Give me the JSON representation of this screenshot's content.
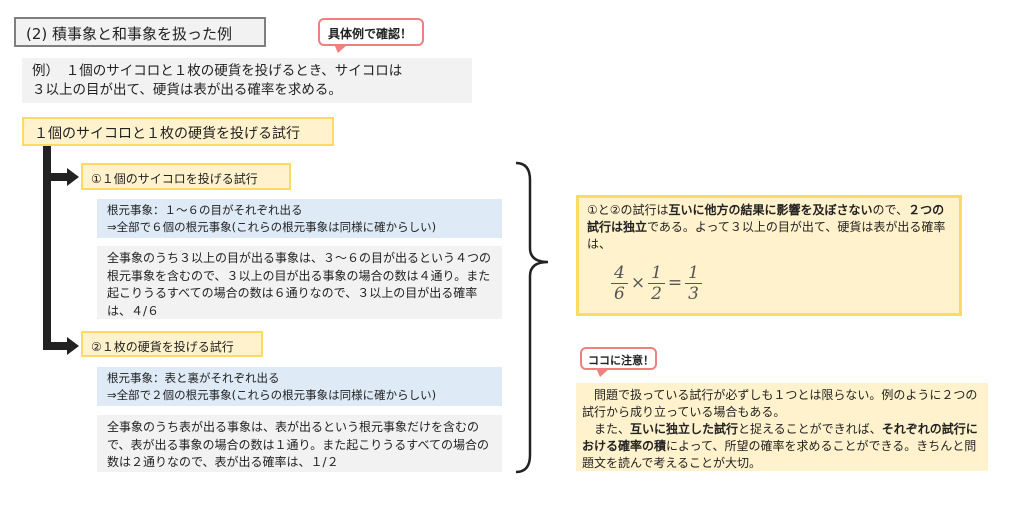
{
  "title": "(2) 積事象と和事象を扱った例",
  "callout_example": "具体例で確認！",
  "example": {
    "line1": "例）　１個のサイコロと１枚の硬貨を投げるとき、サイコロは",
    "line2": "３以上の目が出て、硬貨は表が出る確率を求める。"
  },
  "trial_header": "１個のサイコロと１枚の硬貨を投げる試行",
  "sub1": {
    "title": "①１個のサイコロを投げる試行",
    "root1": "根元事象：１～６の目がそれぞれ出る",
    "root2": "⇒全部で６個の根元事象(これらの根元事象は同様に確からしい)",
    "explanation": "全事象のうち３以上の目が出る事象は、３～６の目が出るという４つの根元事象を含むので、３以上の目が出る事象の場合の数は４通り。また起こりうるすべての場合の数は６通りなので、３以上の目が出る確率は、４/６"
  },
  "sub2": {
    "title": "②１枚の硬貨を投げる試行",
    "root1": "根元事象：表と裏がそれぞれ出る",
    "root2": "⇒全部で２個の根元事象(これらの根元事象は同様に確からしい)",
    "explanation": "全事象のうち表が出る事象は、表が出るという根元事象だけを含むので、表が出る事象の場合の数は１通り。また起こりうるすべての場合の数は２通りなので、表が出る確率は、１/２"
  },
  "conclusion": {
    "p1": "①と②の試行は",
    "b1": "互いに他方の結果に影響を及ぼさない",
    "p2": "ので、",
    "b2": "２つの試行は独立",
    "p3": "である。よって３以上の目が出て、硬貨は表が出る確率は、",
    "math": {
      "n1": "4",
      "d1": "6",
      "op1": "×",
      "n2": "1",
      "d2": "2",
      "op2": "=",
      "n3": "1",
      "d3": "3"
    }
  },
  "callout_note": "ココに注意！",
  "note": {
    "l1": "　問題で扱っている試行が必ずしも１つとは限らない。例のように２つの試行から成り立っている場合もある。",
    "l2a": "　また、",
    "l2b": "互いに独立した試行",
    "l2c": "と捉えることができれば、",
    "l2d": "それぞれの試行における確率の積",
    "l2e": "によって、所望の確率を求めることができる。きちんと問題文を読んで考えることが大切。"
  }
}
